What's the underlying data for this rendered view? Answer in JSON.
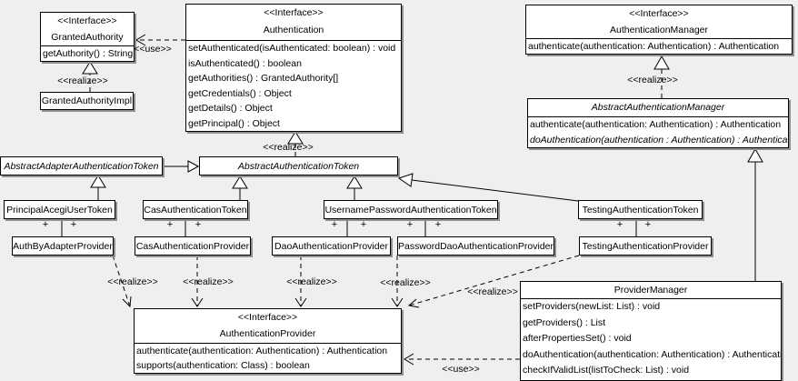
{
  "colors": {
    "background": "#efefef",
    "box_fill": "#ffffff",
    "line": "#000000",
    "shadow": "#8f8f8f"
  },
  "labels": {
    "interface_stereotype": "<<Interface>>",
    "realize": "<<realize>>",
    "use": "<<use>>",
    "plus": "+"
  },
  "classes": {
    "granted_authority": {
      "stereotype": "<<Interface>>",
      "name": "GrantedAuthority",
      "methods": [
        "getAuthority() : String"
      ]
    },
    "granted_authority_impl": {
      "name": "GrantedAuthorityImpl"
    },
    "authentication": {
      "stereotype": "<<Interface>>",
      "name": "Authentication",
      "methods": [
        "setAuthenticated(isAuthenticated: boolean) : void",
        "isAuthenticated() : boolean",
        "getAuthorities() : GrantedAuthority[]",
        "getCredentials() : Object",
        "getDetails() : Object",
        "getPrincipal() : Object"
      ]
    },
    "authentication_manager": {
      "stereotype": "<<Interface>>",
      "name": "AuthenticationManager",
      "methods": [
        "authenticate(authentication: Authentication) : Authentication"
      ]
    },
    "abstract_authentication_manager": {
      "name": "AbstractAuthenticationManager",
      "methods": [
        "authenticate(authentication: Authentication) : Authentication",
        "doAuthentication(authentication : Authentication) : Authentication"
      ]
    },
    "abstract_adapter_authentication_token": {
      "name": "AbstractAdapterAuthenticationToken"
    },
    "abstract_authentication_token": {
      "name": "AbstractAuthenticationToken"
    },
    "principal_acegi_user_token": {
      "name": "PrincipalAcegiUserToken"
    },
    "cas_authentication_token": {
      "name": "CasAuthenticationToken"
    },
    "username_password_authentication_token": {
      "name": "UsernamePasswordAuthenticationToken"
    },
    "testing_authentication_token": {
      "name": "TestingAuthenticationToken"
    },
    "auth_by_adapter_provider": {
      "name": "AuthByAdapterProvider"
    },
    "cas_authentication_provider": {
      "name": "CasAuthenticationProvider"
    },
    "dao_authentication_provider": {
      "name": "DaoAuthenticationProvider"
    },
    "password_dao_authentication_provider": {
      "name": "PasswordDaoAuthenticationProvider"
    },
    "testing_authentication_provider": {
      "name": "TestingAuthenticationProvider"
    },
    "authentication_provider": {
      "stereotype": "<<Interface>>",
      "name": "AuthenticationProvider",
      "methods": [
        "authenticate(authentication: Authentication) : Authentication",
        "supports(authentication: Class) : boolean"
      ]
    },
    "provider_manager": {
      "name": "ProviderManager",
      "methods": [
        "setProviders(newList: List) : void",
        "getProviders() : List",
        "afterPropertiesSet() : void",
        "doAuthentication(authentication: Authentication) : Authentication",
        "checkIfValidList(listToCheck: List) : void"
      ]
    }
  },
  "relationships": [
    {
      "type": "realize",
      "from": "GrantedAuthorityImpl",
      "to": "GrantedAuthority"
    },
    {
      "type": "use",
      "from": "Authentication",
      "to": "GrantedAuthority"
    },
    {
      "type": "realize",
      "from": "AbstractAuthenticationToken",
      "to": "Authentication"
    },
    {
      "type": "realize",
      "from": "AbstractAuthenticationManager",
      "to": "AuthenticationManager"
    },
    {
      "type": "generalization",
      "from": "AbstractAdapterAuthenticationToken",
      "to": "AbstractAuthenticationToken"
    },
    {
      "type": "generalization",
      "from": "PrincipalAcegiUserToken",
      "to": "AbstractAdapterAuthenticationToken"
    },
    {
      "type": "generalization",
      "from": "CasAuthenticationToken",
      "to": "AbstractAuthenticationToken"
    },
    {
      "type": "generalization",
      "from": "UsernamePasswordAuthenticationToken",
      "to": "AbstractAuthenticationToken"
    },
    {
      "type": "generalization",
      "from": "TestingAuthenticationToken",
      "to": "AbstractAuthenticationToken"
    },
    {
      "type": "generalization",
      "from": "ProviderManager",
      "to": "AbstractAuthenticationManager"
    },
    {
      "type": "association",
      "from": "PrincipalAcegiUserToken",
      "to": "AuthByAdapterProvider",
      "ends": "+ +"
    },
    {
      "type": "association",
      "from": "CasAuthenticationToken",
      "to": "CasAuthenticationProvider",
      "ends": "+ +"
    },
    {
      "type": "association",
      "from": "UsernamePasswordAuthenticationToken",
      "to": "DaoAuthenticationProvider",
      "ends": "+ +"
    },
    {
      "type": "association",
      "from": "UsernamePasswordAuthenticationToken",
      "to": "PasswordDaoAuthenticationProvider",
      "ends": "+ +"
    },
    {
      "type": "association",
      "from": "TestingAuthenticationToken",
      "to": "TestingAuthenticationProvider",
      "ends": "+ +"
    },
    {
      "type": "realize",
      "from": "AuthByAdapterProvider",
      "to": "AuthenticationProvider"
    },
    {
      "type": "realize",
      "from": "CasAuthenticationProvider",
      "to": "AuthenticationProvider"
    },
    {
      "type": "realize",
      "from": "DaoAuthenticationProvider",
      "to": "AuthenticationProvider"
    },
    {
      "type": "realize",
      "from": "PasswordDaoAuthenticationProvider",
      "to": "AuthenticationProvider"
    },
    {
      "type": "realize",
      "from": "TestingAuthenticationProvider",
      "to": "AuthenticationProvider"
    },
    {
      "type": "use",
      "from": "ProviderManager",
      "to": "AuthenticationProvider"
    }
  ]
}
